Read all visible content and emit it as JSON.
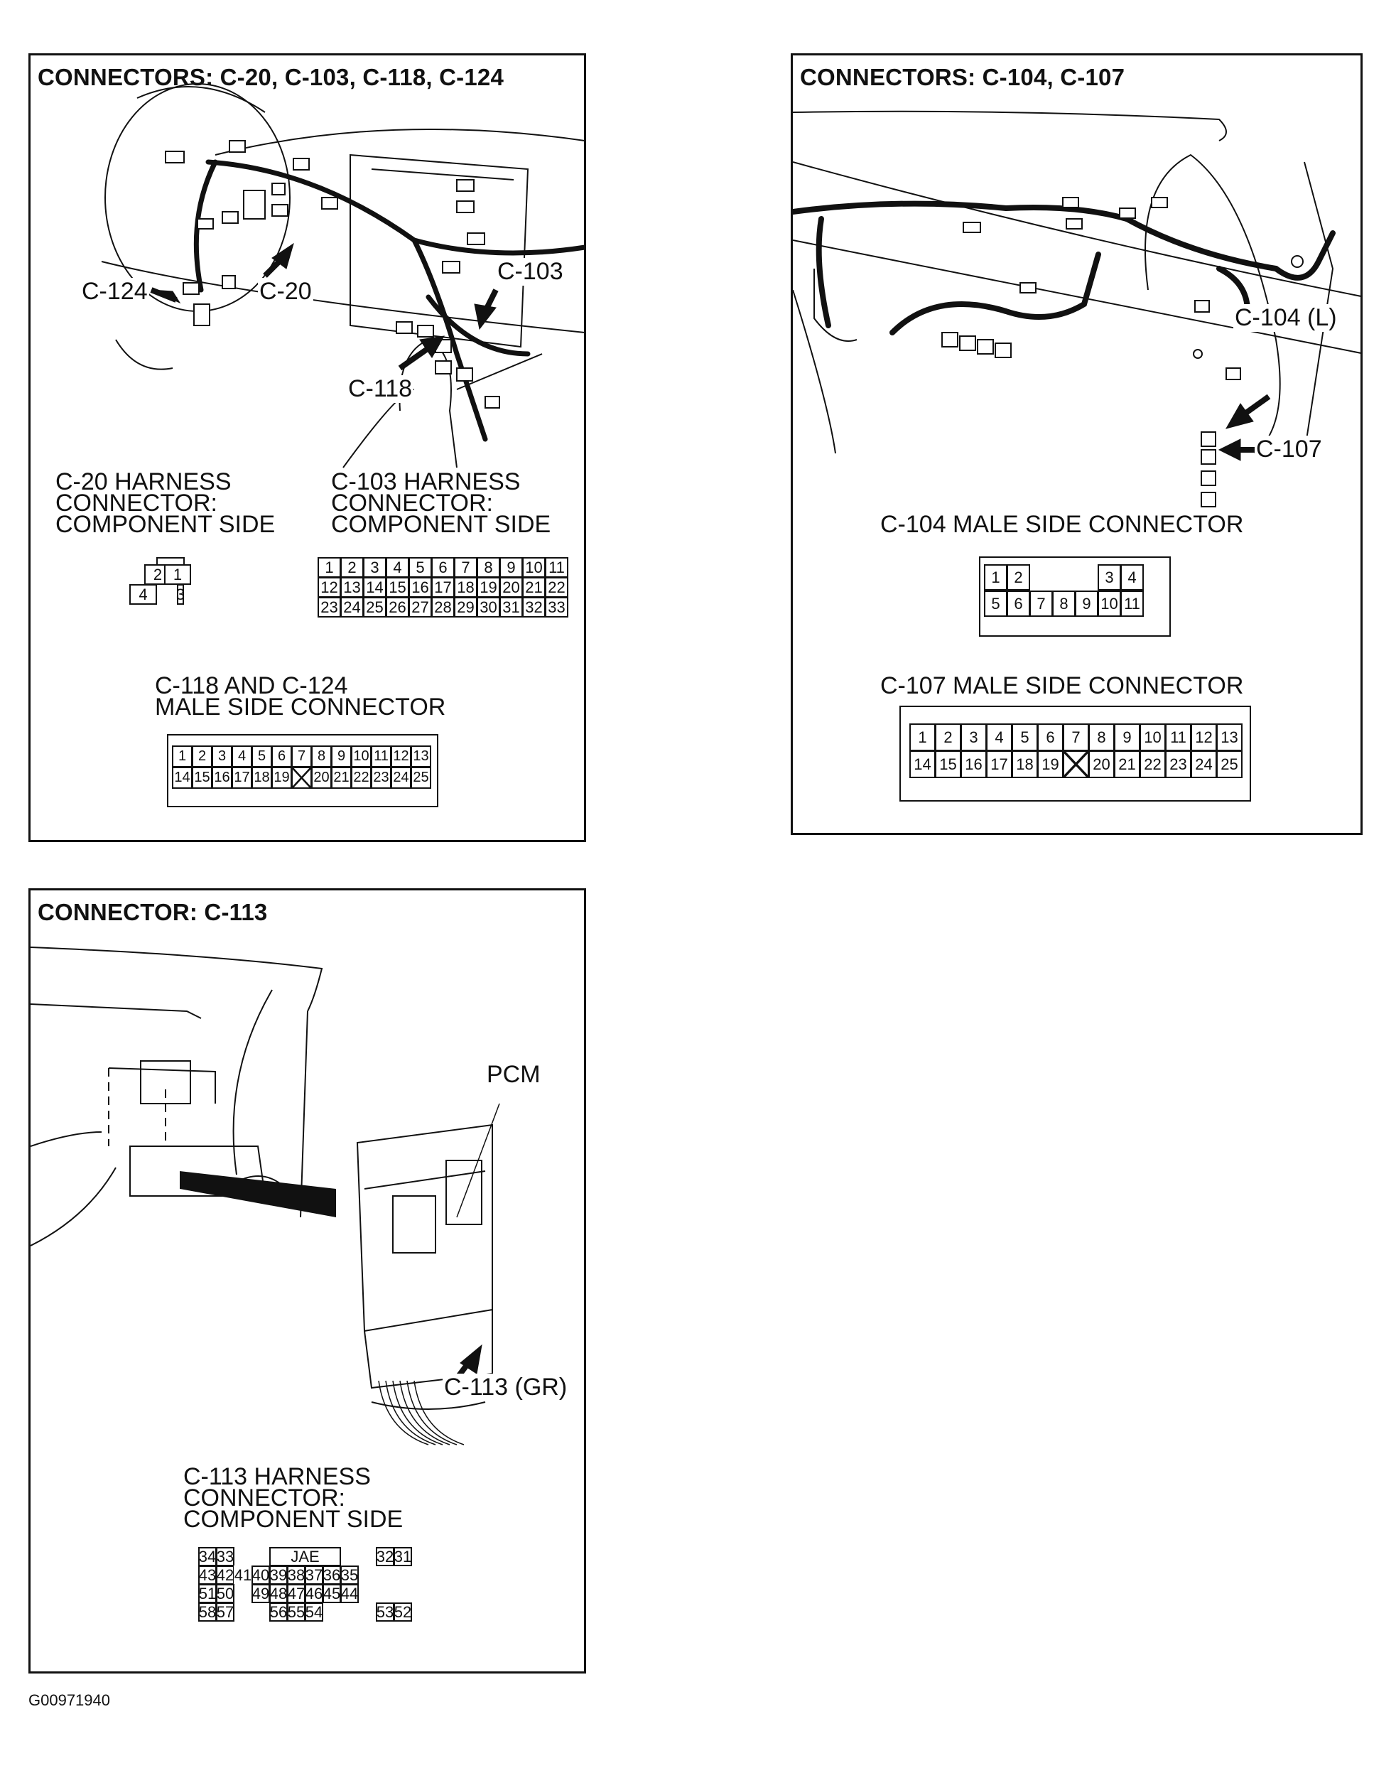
{
  "panel1": {
    "title": "CONNECTORS: C-20, C-103, C-118, C-124",
    "callouts": {
      "c124": "C-124",
      "c20": "C-20",
      "c103": "C-103",
      "c118": "C-118"
    },
    "c20_title": "C-20 HARNESS\nCONNECTOR:\nCOMPONENT SIDE",
    "c20_pins": [
      "2",
      "1",
      "4",
      "3"
    ],
    "c103_title": "C-103 HARNESS\nCONNECTOR:\nCOMPONENT SIDE",
    "c103_pins": [
      "1",
      "2",
      "3",
      "4",
      "5",
      "6",
      "7",
      "8",
      "9",
      "10",
      "11",
      "12",
      "13",
      "14",
      "15",
      "16",
      "17",
      "18",
      "19",
      "20",
      "21",
      "22",
      "23",
      "24",
      "25",
      "26",
      "27",
      "28",
      "29",
      "30",
      "31",
      "32",
      "33"
    ],
    "c118_title": "C-118 AND C-124\nMALE SIDE CONNECTOR",
    "c118_pins": [
      "1",
      "2",
      "3",
      "4",
      "5",
      "6",
      "7",
      "8",
      "9",
      "10",
      "11",
      "12",
      "13",
      "14",
      "15",
      "16",
      "17",
      "18",
      "19",
      "",
      "20",
      "21",
      "22",
      "23",
      "24",
      "25"
    ]
  },
  "panel2": {
    "title": "CONNECTORS: C-104, C-107",
    "callouts": {
      "c104": "C-104 (L)",
      "c107": "C-107"
    },
    "c104_title": "C-104 MALE SIDE CONNECTOR",
    "c104_top": [
      "1",
      "2",
      "3",
      "4"
    ],
    "c104_bottom": [
      "5",
      "6",
      "7",
      "8",
      "9",
      "10",
      "11"
    ],
    "c107_title": "C-107 MALE SIDE CONNECTOR",
    "c107_pins": [
      "1",
      "2",
      "3",
      "4",
      "5",
      "6",
      "7",
      "8",
      "9",
      "10",
      "11",
      "12",
      "13",
      "14",
      "15",
      "16",
      "17",
      "18",
      "19",
      "",
      "20",
      "21",
      "22",
      "23",
      "24",
      "25"
    ]
  },
  "panel3": {
    "title": "CONNECTOR: C-113",
    "callouts": {
      "pcm": "PCM",
      "c113": "C-113 (GR)"
    },
    "c113_title": "C-113 HARNESS\nCONNECTOR:\nCOMPONENT SIDE",
    "c113_rows": {
      "r1_left": [
        "34",
        "33"
      ],
      "r1_mid": "JAE",
      "r1_right": [
        "32",
        "31"
      ],
      "r2_left": [
        "43",
        "42"
      ],
      "r2_mid": [
        "41",
        "40",
        "39",
        "38",
        "37",
        "36",
        "35"
      ],
      "r3_left": [
        "51",
        "50"
      ],
      "r3_mid": [
        "49",
        "48",
        "47",
        "46",
        "45",
        "44"
      ],
      "r4_left": [
        "58",
        "57"
      ],
      "r4_mid": [
        "56",
        "55",
        "54"
      ],
      "r4_right": [
        "53",
        "52"
      ]
    }
  },
  "figure_id": "G00971940"
}
